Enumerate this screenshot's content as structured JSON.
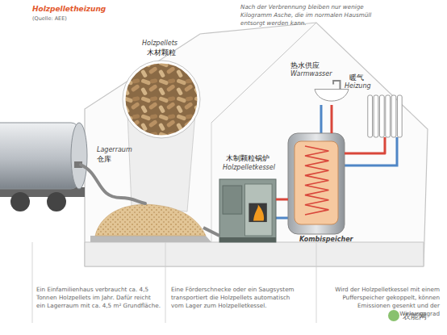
{
  "diagram": {
    "title": "Holzpelletheizung",
    "caption": "(Quelle: AEE)",
    "nodes": [
      {
        "text": [
          "Lagerraum",
          "仓库"
        ]
      },
      {
        "text": [
          "Holzpellets",
          "木材颗粒"
        ]
      },
      {
        "text": [
          "木制颗粒锅炉",
          "Holzpelletkessel"
        ]
      },
      {
        "text": [
          "Kombispeicher"
        ]
      },
      {
        "text": [
          "热水供应",
          "Warmwasser"
        ]
      },
      {
        "text": [
          "暖气",
          "Heizung"
        ]
      }
    ],
    "edges": [
      {
        "from": 0,
        "to": 2,
        "arrow": "none"
      },
      {
        "from": 2,
        "to": 3,
        "arrow": "none"
      },
      {
        "from": 3,
        "to": 4,
        "arrow": "none"
      },
      {
        "from": 3,
        "to": 5,
        "arrow": "none"
      }
    ],
    "labels": [
      "Nach der Verbrennung bleiben nur wenige Kilogramm Asche, die im normalen Hausmüll entsorgt werden kann.",
      "Ein Einfamilienhaus verbraucht ca. 4,5 Tonnen Holzpellets im Jahr. Dafür reicht ein Lagerraum mit ca. 4,5 m² Grundfläche.",
      "Eine Förderschnecke oder ein Saugsystem transportiert die Holzpellets automatisch vom Lager zum Holzpelletkessel.",
      "Wird der Holzpelletkessel mit einem Pufferspeicher gekoppelt, können Emissionen gesenkt und der Wirkungsgrad",
      "农能网"
    ]
  }
}
